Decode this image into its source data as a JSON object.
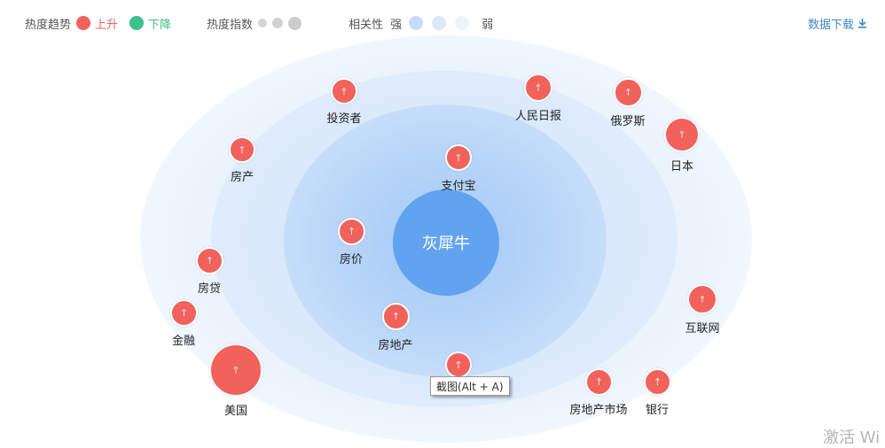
{
  "legend": {
    "trend_label": "热度趋势",
    "up_label": "上升",
    "down_label": "下降",
    "up_color": "#f0625b",
    "down_color": "#3ec18c",
    "heat_label": "热度指数",
    "relevance_label": "相关性",
    "strong_label": "强",
    "weak_label": "弱"
  },
  "download_label": "数据下载",
  "center_label": "灰犀牛",
  "nodes": [
    {
      "label": "投资者",
      "trend": "up"
    },
    {
      "label": "人民日报",
      "trend": "up"
    },
    {
      "label": "俄罗斯",
      "trend": "up"
    },
    {
      "label": "日本",
      "trend": "up"
    },
    {
      "label": "房产",
      "trend": "up"
    },
    {
      "label": "支付宝",
      "trend": "up"
    },
    {
      "label": "房价",
      "trend": "up"
    },
    {
      "label": "房贷",
      "trend": "up"
    },
    {
      "label": "互联网",
      "trend": "up"
    },
    {
      "label": "金融",
      "trend": "up"
    },
    {
      "label": "房地产",
      "trend": "up"
    },
    {
      "label": "美国",
      "trend": "up"
    },
    {
      "label": "",
      "trend": "up"
    },
    {
      "label": "房地产市场",
      "trend": "up"
    },
    {
      "label": "银行",
      "trend": "up"
    }
  ],
  "tooltip": "截图(Alt + A)",
  "watermark": "激活 Wi"
}
